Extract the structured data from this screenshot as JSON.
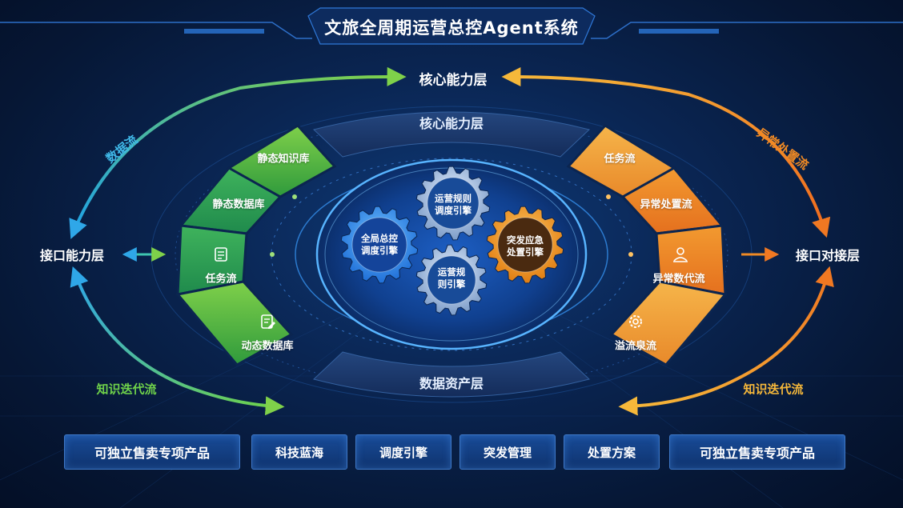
{
  "title": "文旅全周期运营总控Agent系统",
  "layers": {
    "top_outer": "核心能力层",
    "top_ring": "核心能力层",
    "bottom_ring": "数据资产层"
  },
  "side_nodes": {
    "left": "接口能力层",
    "right": "接口对接层"
  },
  "flows": {
    "top_left": "数据流",
    "top_right": "异常处置流",
    "bottom_left": "知识迭代流",
    "bottom_right": "知识迭代流"
  },
  "left_segments": [
    {
      "label": "静态知识库"
    },
    {
      "label": "静态数据库"
    },
    {
      "label": "任务流",
      "icon": "document-icon"
    },
    {
      "label": "动态数据库",
      "icon": "edit-document-icon"
    }
  ],
  "right_segments": [
    {
      "label": "任务流"
    },
    {
      "label": "异常处置流"
    },
    {
      "label": "异常数代流",
      "icon": "user-alert-icon"
    },
    {
      "label": "溢流泉流",
      "icon": "gear-icon"
    }
  ],
  "gears": [
    {
      "label": "运营规则调度引擎",
      "line1": "运营规则",
      "line2": "调度引擎"
    },
    {
      "label": "全局总控调度引擎",
      "line1": "全局总控",
      "line2": "调度引擎"
    },
    {
      "label": "突发应急处置引擎",
      "line1": "突发应急",
      "line2": "处置引擎"
    },
    {
      "label": "运营规则引擎",
      "line1": "运营规",
      "line2": "则引擎"
    }
  ],
  "bottom_buttons": [
    "可独立售卖专项产品",
    "科技蓝海",
    "调度引擎",
    "突发管理",
    "处置方案",
    "可独立售卖专项产品"
  ],
  "colors": {
    "green": "#5bbf3a",
    "orange": "#f08a24",
    "blue_gear": "#4a9ff0",
    "orange_gear": "#f59a1c"
  }
}
